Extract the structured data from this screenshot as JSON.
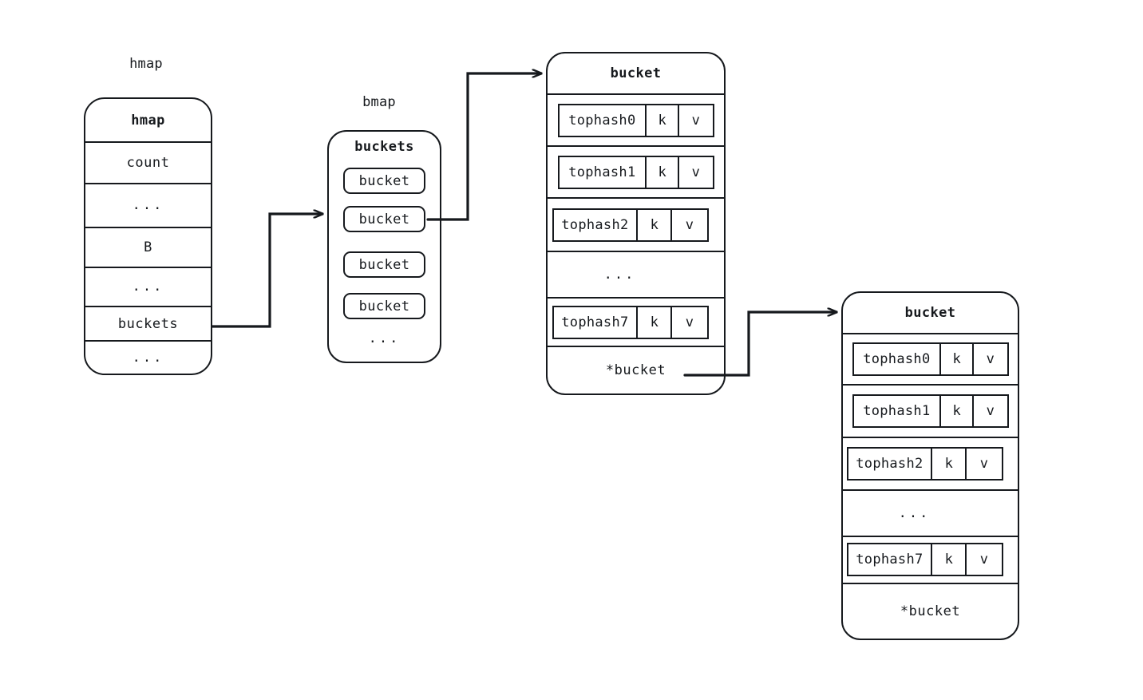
{
  "diagram": {
    "title_hmap_caption": "hmap",
    "title_bmap_caption": "bmap",
    "stroke_color": "#16191d",
    "background_color": "#ffffff"
  },
  "hmap_struct": {
    "header": "hmap",
    "rows": [
      {
        "label": "count"
      },
      {
        "label": "..."
      },
      {
        "label": "B"
      },
      {
        "label": "..."
      },
      {
        "label": "buckets"
      },
      {
        "label": "..."
      }
    ]
  },
  "bmap_struct": {
    "header": "buckets",
    "items": [
      {
        "label": "bucket"
      },
      {
        "label": "bucket"
      },
      {
        "label": "bucket"
      },
      {
        "label": "bucket"
      }
    ],
    "ellipsis": "..."
  },
  "bucket_one": {
    "header": "bucket",
    "slots": [
      {
        "tophash": "tophash0",
        "key": "k",
        "value": "v"
      },
      {
        "tophash": "tophash1",
        "key": "k",
        "value": "v"
      },
      {
        "tophash": "tophash2",
        "key": "k",
        "value": "v"
      }
    ],
    "ellipsis": "...",
    "last_slot": {
      "tophash": "tophash7",
      "key": "k",
      "value": "v"
    },
    "overflow": "*bucket"
  },
  "bucket_two": {
    "header": "bucket",
    "slots": [
      {
        "tophash": "tophash0",
        "key": "k",
        "value": "v"
      },
      {
        "tophash": "tophash1",
        "key": "k",
        "value": "v"
      },
      {
        "tophash": "tophash2",
        "key": "k",
        "value": "v"
      }
    ],
    "ellipsis": "...",
    "last_slot": {
      "tophash": "tophash7",
      "key": "k",
      "value": "v"
    },
    "overflow": "*bucket"
  }
}
